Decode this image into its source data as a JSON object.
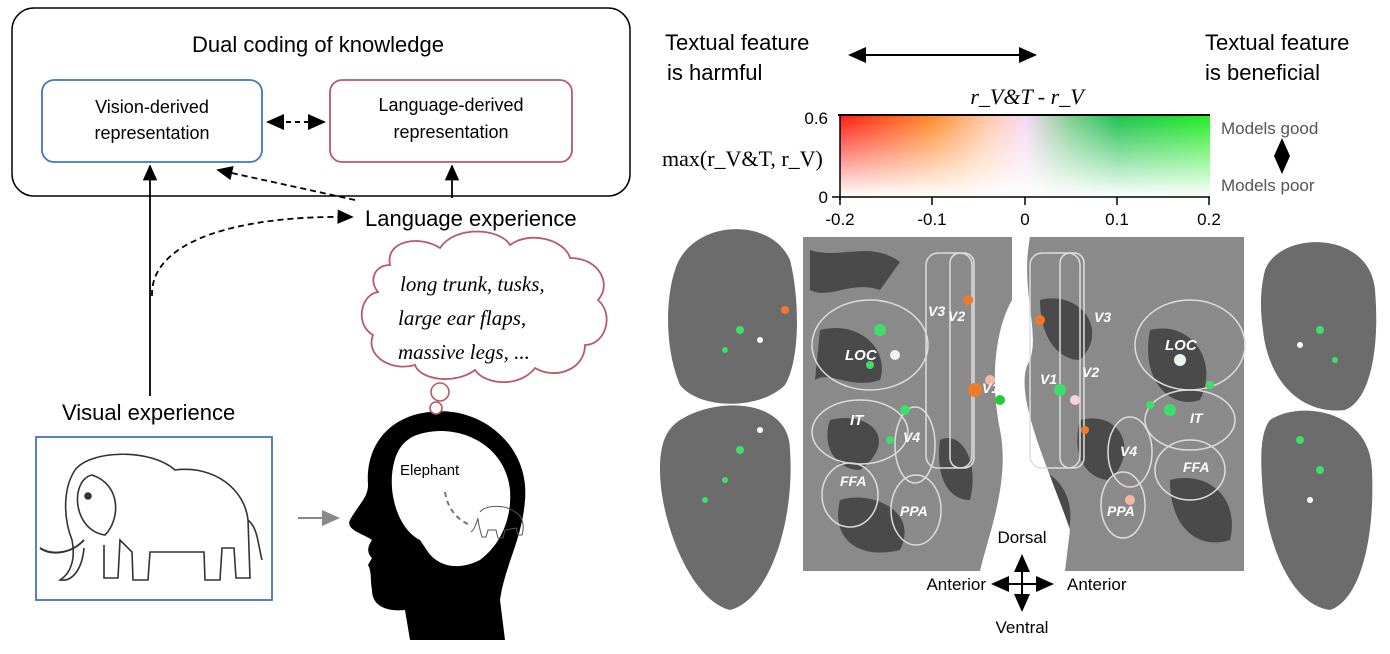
{
  "left_panel": {
    "title": "Dual coding of knowledge",
    "vision_box": [
      "Vision-derived",
      "representation"
    ],
    "language_box": [
      "Language-derived",
      "representation"
    ],
    "language_experience": "Language experience",
    "visual_experience": "Visual experience",
    "thought_lines": [
      "long trunk, tusks,",
      "large ear flaps,",
      "massive legs, ..."
    ],
    "brain_label": "Elephant",
    "colors": {
      "vision": "#4472c4",
      "language": "#b95a66"
    }
  },
  "right_panel": {
    "harmful_label": [
      "Textual feature",
      "is harmful"
    ],
    "beneficial_label": [
      "Textual feature",
      "is beneficial"
    ],
    "colorbar": {
      "x_title": "r_V&T - r_V",
      "y_title": "max(r_V&T, r_V)",
      "x_ticks": [
        "-0.2",
        "-0.1",
        "0",
        "0.1",
        "0.2"
      ],
      "y_ticks": [
        "0.6",
        "0"
      ],
      "models_good": "Models good",
      "models_poor": "Models poor"
    },
    "rois_left": [
      "V3",
      "V2",
      "LOC",
      "IT",
      "V4",
      "V1",
      "FFA",
      "PPA"
    ],
    "rois_right": [
      "V3",
      "LOC",
      "V1",
      "V2",
      "IT",
      "V4",
      "FFA",
      "PPA"
    ],
    "orientation": {
      "dorsal": "Dorsal",
      "ventral": "Ventral",
      "anterior_left": "Anterior",
      "anterior_right": "Anterior"
    }
  }
}
